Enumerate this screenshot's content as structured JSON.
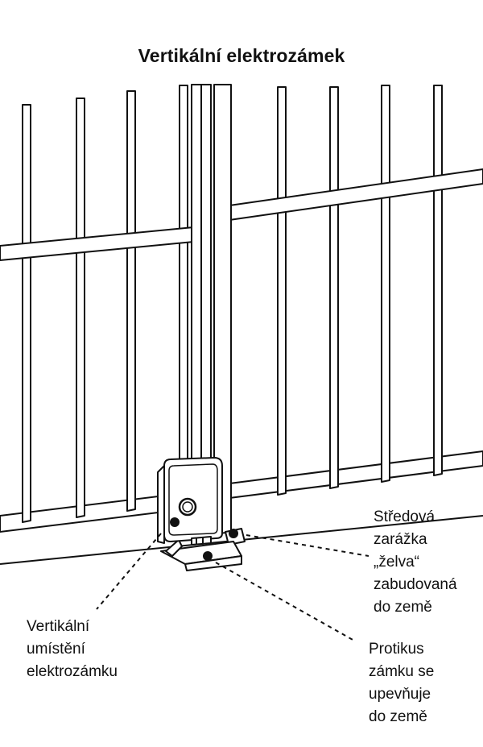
{
  "title": "Vertikální elektrozámek",
  "labels": {
    "vertical_placement": [
      "Vertikální",
      "umístění",
      "elektrozámku"
    ],
    "center_stop": [
      "Středová",
      "zarážka",
      "„želva“",
      "zabudovaná",
      "do země"
    ],
    "strike_plate": [
      "Protikus",
      "zámku se",
      "upevňuje",
      "do země"
    ]
  },
  "colors": {
    "line": "#111111",
    "background": "#ffffff"
  }
}
